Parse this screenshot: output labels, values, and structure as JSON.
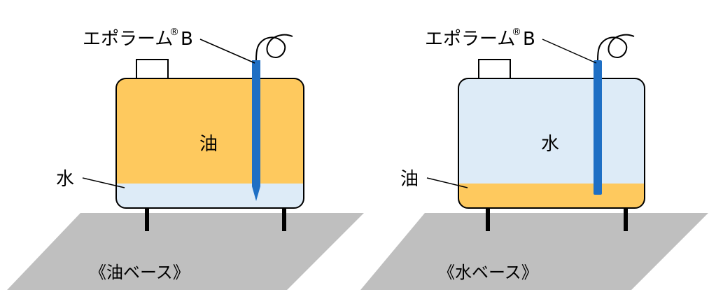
{
  "diagrams": [
    {
      "caption": "《油ベース》",
      "product_label": "エポラーム",
      "product_mark": "®",
      "product_suffix": "B",
      "top_layer_label": "油",
      "bottom_layer_label": "水",
      "top_layer_color": "#FEC95E",
      "bottom_layer_color": "#DDEBF7"
    },
    {
      "caption": "《水ベース》",
      "product_label": "エポラーム",
      "product_mark": "®",
      "product_suffix": "B",
      "top_layer_label": "水",
      "bottom_layer_label": "油",
      "top_layer_color": "#DDEBF7",
      "bottom_layer_color": "#FEC95E"
    }
  ],
  "colors": {
    "floor": "#BFBFBF",
    "sensor": "#1F6FC4",
    "outline": "#000000"
  }
}
